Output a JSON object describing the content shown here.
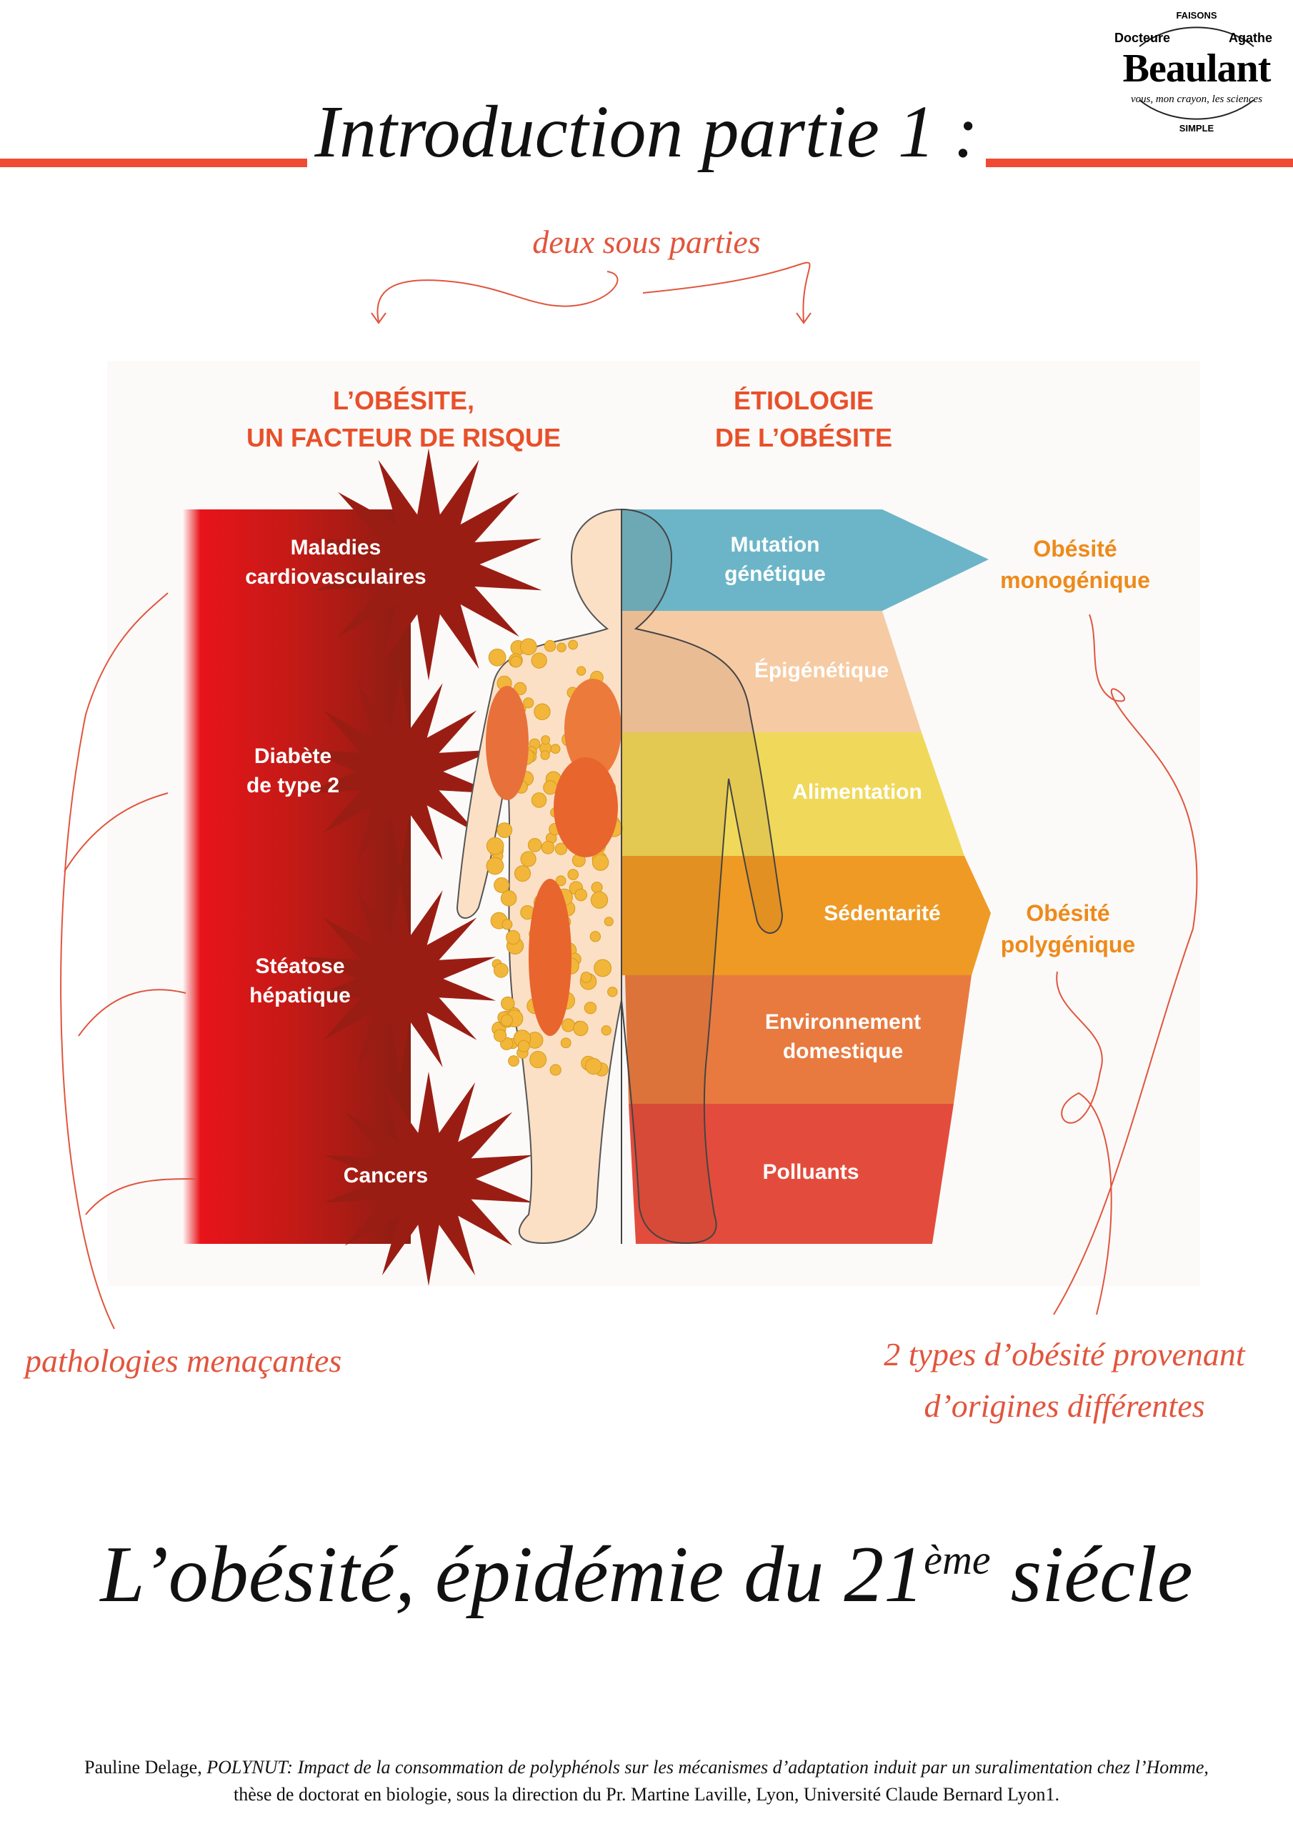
{
  "logo": {
    "top": "FAISONS",
    "line1_left": "Docteure",
    "line1_right": "Agathe",
    "name": "Beaulant",
    "tagline": "vous, mon crayon, les sciences",
    "bottom": "SIMPLE"
  },
  "header": {
    "title": "Introduction partie 1 :",
    "subtitle": "deux sous parties"
  },
  "diagram": {
    "left_heading": [
      "L’OBÉSITE,",
      "UN FACTEUR DE RISQUE"
    ],
    "right_heading": [
      "ÉTIOLOGIE",
      "DE L’OBÉSITE"
    ],
    "risks": [
      {
        "lines": [
          "Maladies",
          "cardiovasculaires"
        ]
      },
      {
        "lines": [
          "Diabète",
          "de type 2"
        ]
      },
      {
        "lines": [
          "Stéatose",
          "hépatique"
        ]
      },
      {
        "lines": [
          "Cancers"
        ]
      }
    ],
    "causes": [
      {
        "lines": [
          "Mutation",
          "génétique"
        ],
        "color": "#6cb5c8"
      },
      {
        "lines": [
          "Épigénétique"
        ],
        "color": "#f6cba3"
      },
      {
        "lines": [
          "Alimentation"
        ],
        "color": "#f0d95a"
      },
      {
        "lines": [
          "Sédentarité"
        ],
        "color": "#ef9a24"
      },
      {
        "lines": [
          "Environnement",
          "domestique"
        ],
        "color": "#e87a40"
      },
      {
        "lines": [
          "Polluants"
        ],
        "color": "#e34c3c"
      }
    ],
    "types": [
      {
        "lines": [
          "Obésité",
          "monogénique"
        ]
      },
      {
        "lines": [
          "Obésité",
          "polygénique"
        ]
      }
    ]
  },
  "notes": {
    "left": "pathologies menaçantes",
    "right": [
      "2 types d’obésité provenant",
      "d’origines différentes"
    ]
  },
  "main_title": {
    "text": "L’obésité, épidémie du 21",
    "sup": "ème",
    "end": " siécle"
  },
  "footer": {
    "author": "Pauline Delage, ",
    "work": "POLYNUT: Impact de la consommation de polyphénols sur les mécanismes d’adaptation induit par un suralimentation chez l’Homme,",
    "line2": "thèse de doctorat en biologie, sous la direction du Pr. Martine Laville, Lyon, Université Claude Bernard Lyon1."
  },
  "colors": {
    "accent": "#f04a33",
    "risk_red": "#c8151b",
    "type_orange": "#ee8a1a"
  }
}
